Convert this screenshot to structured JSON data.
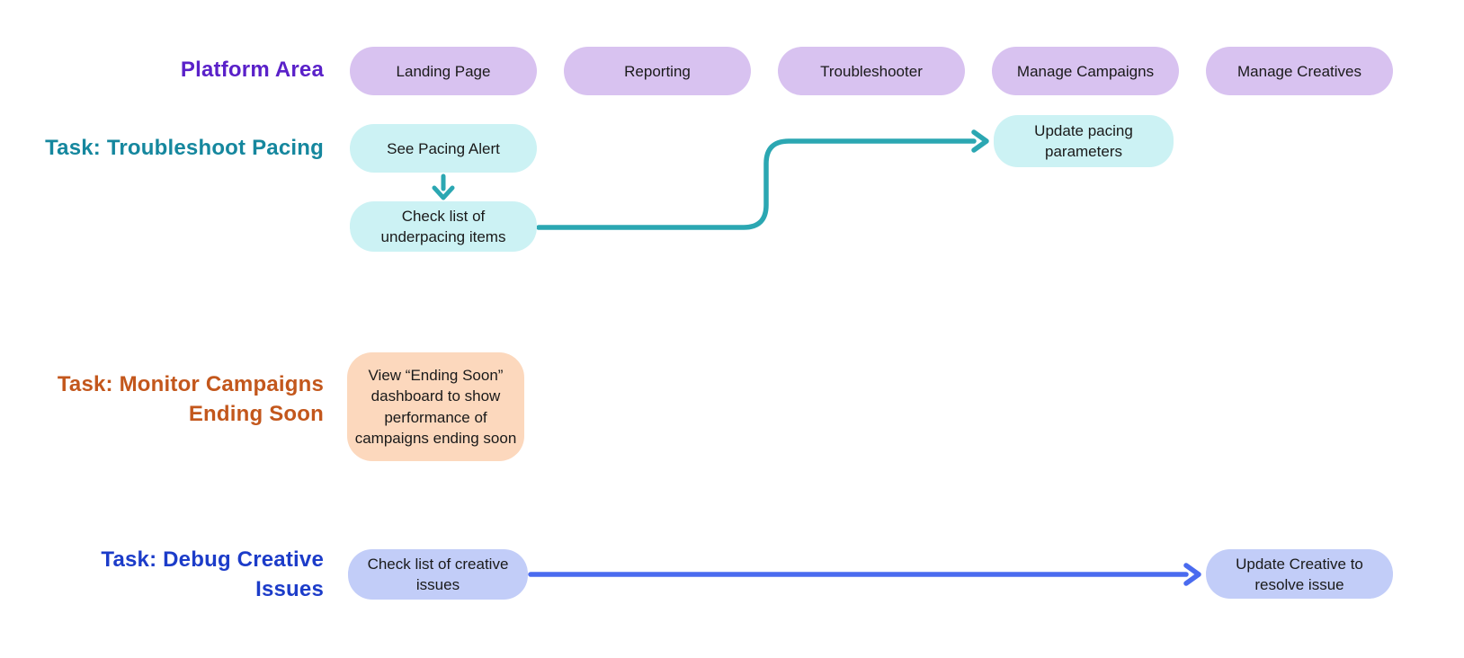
{
  "colors": {
    "background": "#ffffff",
    "platform_pill": "#d8c2f0",
    "platform_label": "#5a21c9",
    "pacing_node": "#ccf2f4",
    "pacing_label": "#15879e",
    "pacing_arrow": "#2ba7b2",
    "monitor_node": "#fcd8bd",
    "monitor_label": "#c3571c",
    "debug_node": "#c2cdf8",
    "debug_label": "#1c3cc9",
    "debug_arrow": "#4a6bef",
    "node_text": "#1a1a1a"
  },
  "platform_row": {
    "label": "Platform Area",
    "areas": [
      "Landing Page",
      "Reporting",
      "Troubleshooter",
      "Manage Campaigns",
      "Manage Creatives"
    ]
  },
  "tasks": {
    "pacing": {
      "label": "Task: Troubleshoot Pacing",
      "nodes": {
        "see_alert": "See Pacing Alert",
        "check_list": [
          "Check list of",
          "underpacing items"
        ],
        "update_params": [
          "Update pacing",
          "parameters"
        ]
      }
    },
    "monitor": {
      "label": [
        "Task: Monitor Campaigns",
        "Ending Soon"
      ],
      "nodes": {
        "view_dashboard": [
          "View “Ending Soon”",
          "dashboard to show",
          "performance of",
          "campaigns ending soon"
        ]
      }
    },
    "debug": {
      "label": [
        "Task: Debug Creative",
        "Issues"
      ],
      "nodes": {
        "check_issues": [
          "Check list of creative",
          "issues"
        ],
        "update_creative": [
          "Update Creative to",
          "resolve issue"
        ]
      }
    }
  }
}
